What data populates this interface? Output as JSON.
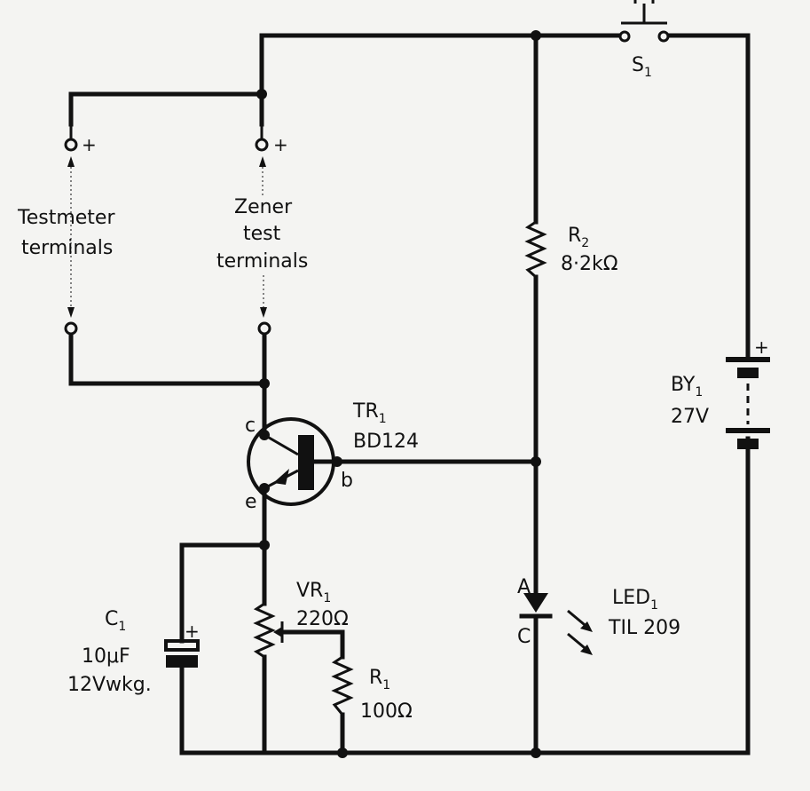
{
  "switch": {
    "designator": "S",
    "subscript": "1"
  },
  "resistor_r2": {
    "designator": "R",
    "subscript": "2",
    "value": "8·2kΩ"
  },
  "battery": {
    "designator": "BY",
    "subscript": "1",
    "voltage": "27V",
    "polarity": "+"
  },
  "transistor": {
    "designator": "TR",
    "subscript": "1",
    "part": "BD124",
    "pin_c": "c",
    "pin_b": "b",
    "pin_e": "e"
  },
  "pot_vr1": {
    "designator": "VR",
    "subscript": "1",
    "value": "220Ω"
  },
  "resistor_r1": {
    "designator": "R",
    "subscript": "1",
    "value": "100Ω"
  },
  "capacitor": {
    "designator": "C",
    "subscript": "1",
    "value": "10μF",
    "rating": "12Vwkg.",
    "polarity": "+"
  },
  "led": {
    "designator": "LED",
    "subscript": "1",
    "part": "TIL 209",
    "anode": "A",
    "cathode": "C"
  },
  "testmeter": {
    "line1": "Testmeter",
    "line2": "terminals",
    "plus": "+"
  },
  "zener": {
    "line1": "Zener",
    "line2": "test",
    "line3": "terminals",
    "plus": "+"
  },
  "colors": {
    "ink": "#111111",
    "paper": "#f4f4f2"
  }
}
